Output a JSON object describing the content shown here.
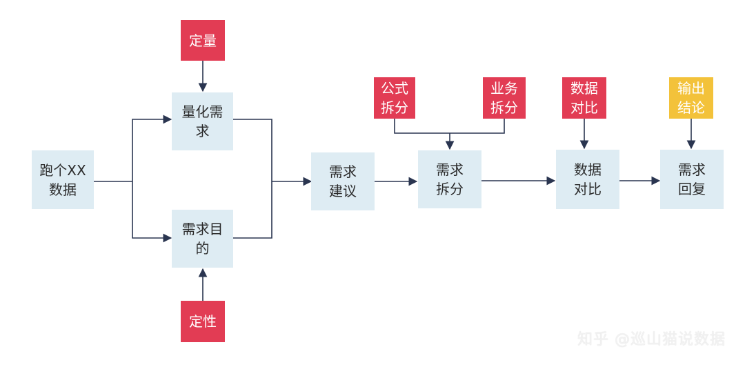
{
  "nodes": {
    "run_xx_data": {
      "line1": "跑个XX",
      "line2": "数据"
    },
    "quantify_req": {
      "line1": "量化需",
      "line2": "求"
    },
    "req_purpose": {
      "line1": "需求目",
      "line2": "的"
    },
    "req_proposal": {
      "line1": "需求",
      "line2": "建议"
    },
    "req_split": {
      "line1": "需求",
      "line2": "拆分"
    },
    "data_compare": {
      "line1": "数据",
      "line2": "对比"
    },
    "req_reply": {
      "line1": "需求",
      "line2": "回复"
    }
  },
  "tags": {
    "quantitative": {
      "text": "定量"
    },
    "qualitative": {
      "text": "定性"
    },
    "formula_split": {
      "line1": "公式",
      "line2": "拆分"
    },
    "business_split": {
      "line1": "业务",
      "line2": "拆分"
    },
    "data_compare_tag": {
      "line1": "数据",
      "line2": "对比"
    },
    "output_conclusion": {
      "line1": "输出",
      "line2": "结论"
    }
  },
  "colors": {
    "process_fill": "#deecf3",
    "tag_red": "#e23c54",
    "tag_yellow": "#f3c23a",
    "edge": "#2a3550"
  },
  "watermark": "知乎 @巡山猫说数据"
}
